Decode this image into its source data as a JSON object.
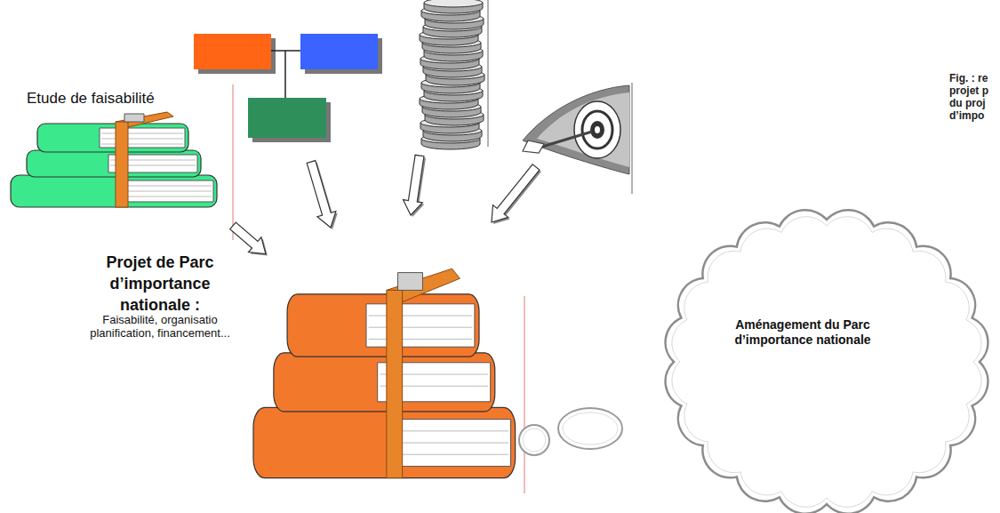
{
  "diagram": {
    "caption": "Fig. : re projet p du proj d’impo",
    "nodes": [
      {
        "text": [
          "Etude de faisabilité"
        ]
      },
      {
        "text": [
          "Projet de Parc d’importance nationale :",
          "Faisabilité, organisatio planification, financement..."
        ]
      },
      {
        "text": [
          "Aménagement du Parc d’importance nationale"
        ]
      }
    ],
    "edges": [
      {
        "from": 0,
        "to": 1,
        "arrow": "to"
      }
    ]
  }
}
